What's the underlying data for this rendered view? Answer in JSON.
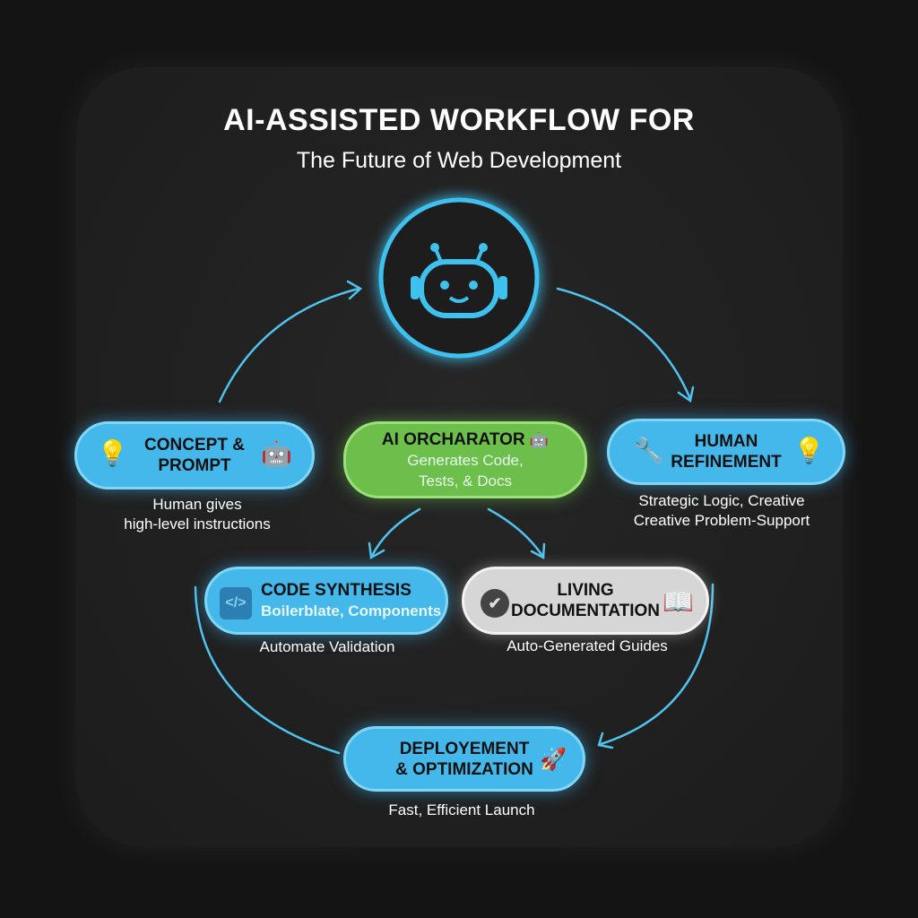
{
  "title": "AI-ASSISTED WORKFLOW FOR",
  "subtitle": "The Future of Web Development",
  "colors": {
    "accent_blue": "#44b8ea",
    "accent_green": "#6cbf4a",
    "gray": "#d6d6d6",
    "background": "#1c1c1c"
  },
  "nodes": {
    "concept": {
      "title1": "CONCEPT &",
      "title2": "PROMPT",
      "caption1": "Human gives",
      "caption2": "high-level instructions",
      "icons": [
        "lightbulb-icon",
        "robot-icon"
      ]
    },
    "orchestrator": {
      "title": "AI ORCHARATOR",
      "line1": "Generates Code,",
      "line2": "Tests, & Docs",
      "icons": [
        "robot-icon"
      ]
    },
    "human": {
      "title1": "HUMAN",
      "title2": "REFINEMENT",
      "caption1": "Strategic Logic, Creative",
      "caption2": "Creative Problem-Support",
      "icons": [
        "wrench-icon",
        "lightbulb-icon"
      ]
    },
    "code": {
      "title": "CODE SYNTHESIS",
      "line1": "Boilerblate, Components",
      "caption": "Automate Validation",
      "icons": [
        "code-icon"
      ]
    },
    "docs": {
      "title1": "LIVING",
      "title2": "DOCUMENTATION",
      "caption": "Auto-Generated Guides",
      "icons": [
        "check-icon",
        "book-icon"
      ]
    },
    "deploy": {
      "title1": "DEPLOYEMENT",
      "title2": "& OPTIMIZATION",
      "caption": "Fast, Efficient Launch",
      "icons": [
        "rocket-icon"
      ]
    }
  }
}
